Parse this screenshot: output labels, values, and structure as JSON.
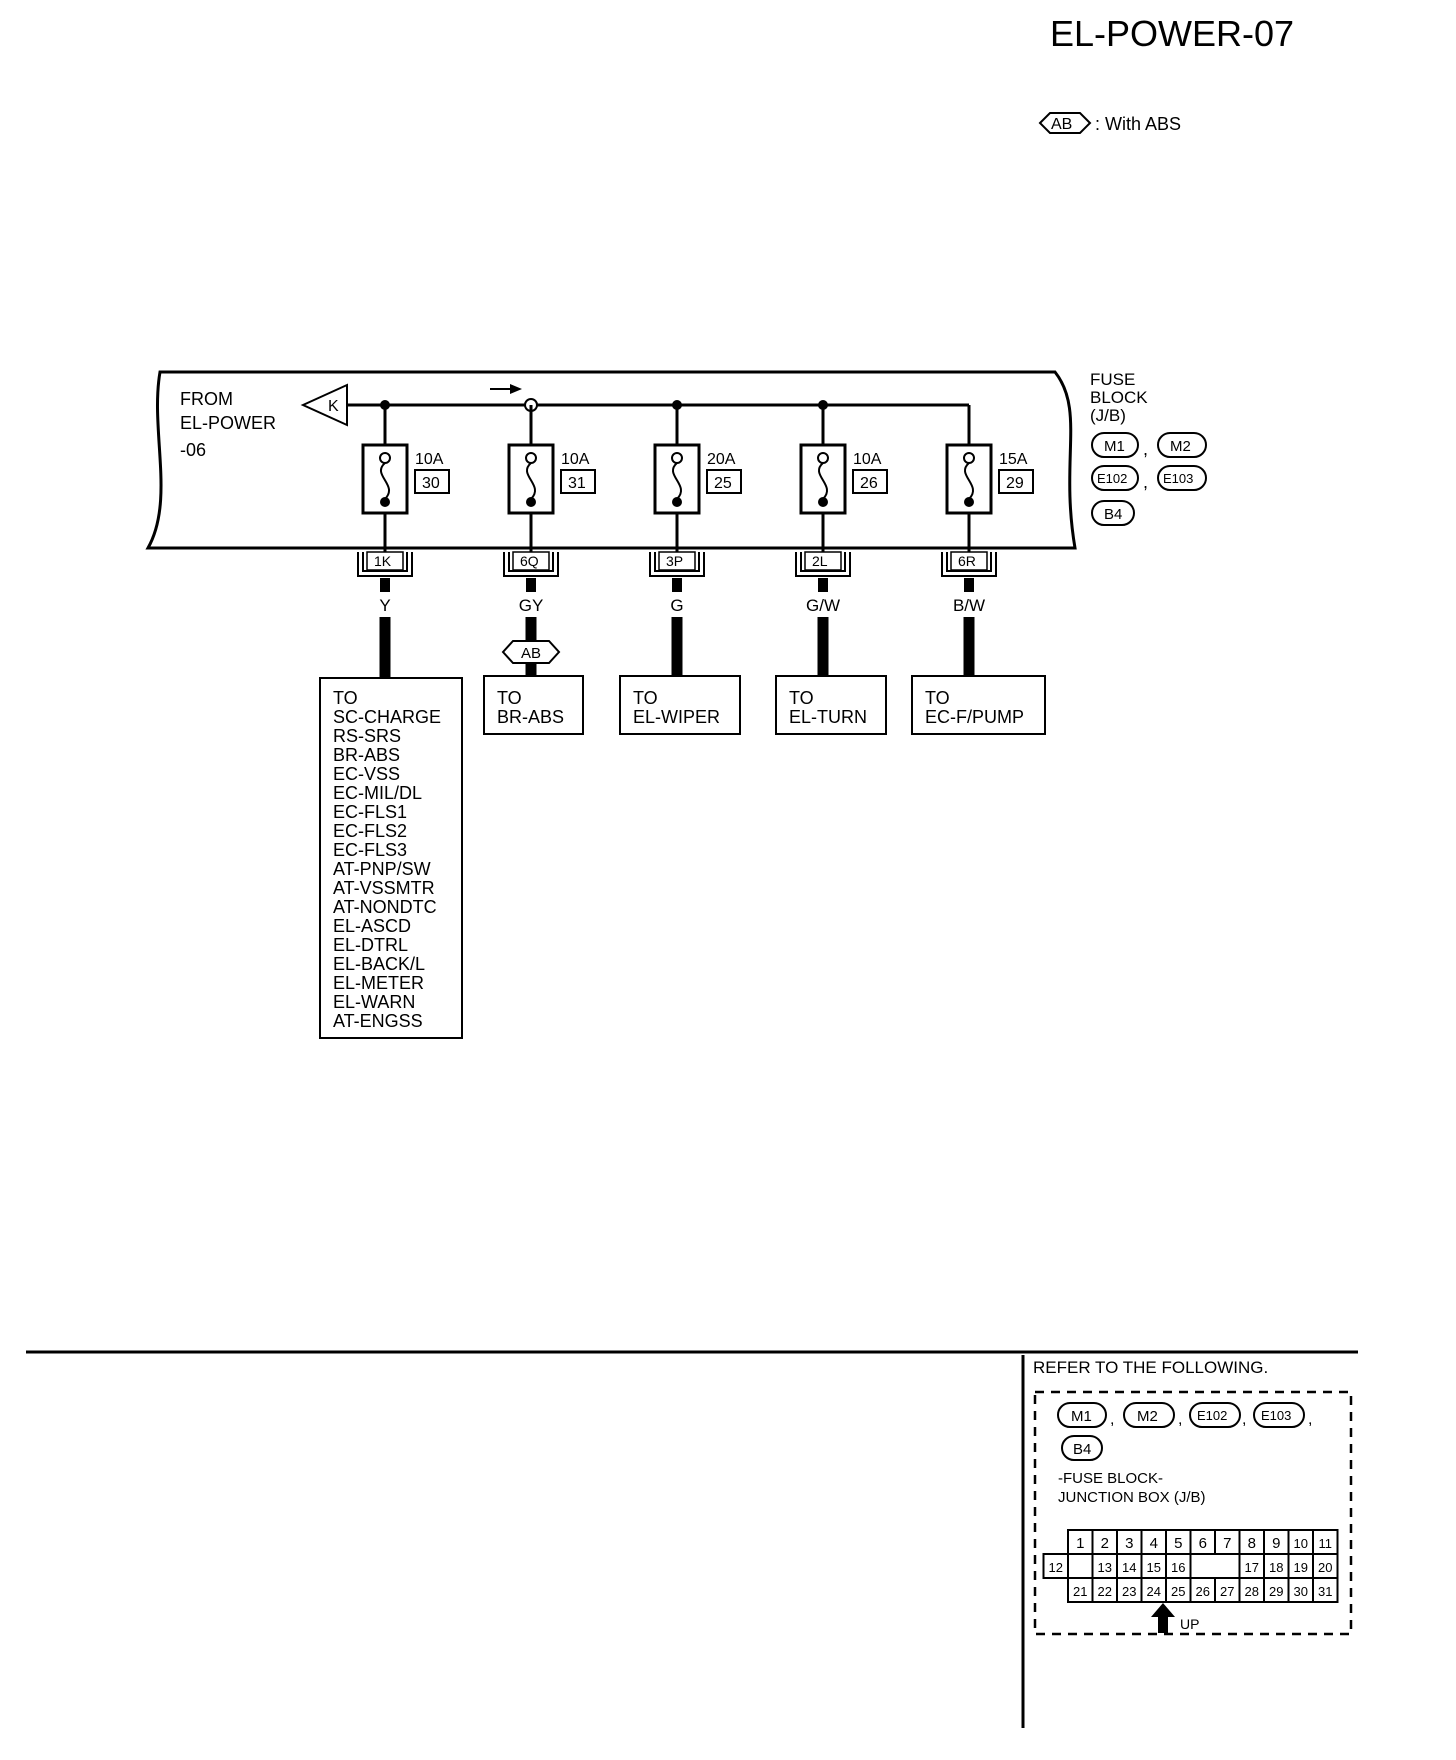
{
  "page_title": "EL-POWER-07",
  "legend": {
    "badge": "AB",
    "text": ": With ABS"
  },
  "from_label": [
    "FROM",
    "EL-POWER",
    "-06"
  ],
  "from_arrow_letter": "K",
  "fuse_block": {
    "title": [
      "FUSE",
      "BLOCK",
      "(J/B)"
    ],
    "connectors": [
      "M1",
      "M2",
      "E102",
      "E103",
      "B4"
    ],
    "separators": [
      ",",
      ","
    ]
  },
  "fuses": [
    {
      "amp": "10A",
      "number": "30",
      "connector": "1K",
      "wire": "Y",
      "dest": [
        "TO",
        "SC-CHARGE",
        "RS-SRS",
        "BR-ABS",
        "EC-VSS",
        "EC-MIL/DL",
        "EC-FLS1",
        "EC-FLS2",
        "EC-FLS3",
        "AT-PNP/SW",
        "AT-VSSMTR",
        "AT-NONDTC",
        "EL-ASCD",
        "EL-DTRL",
        "EL-BACK/L",
        "EL-METER",
        "EL-WARN",
        "AT-ENGSS"
      ]
    },
    {
      "amp": "10A",
      "number": "31",
      "connector": "6Q",
      "wire": "GY",
      "badge": "AB",
      "dest": [
        "TO",
        "BR-ABS"
      ]
    },
    {
      "amp": "20A",
      "number": "25",
      "connector": "3P",
      "wire": "G",
      "dest": [
        "TO",
        "EL-WIPER"
      ]
    },
    {
      "amp": "10A",
      "number": "26",
      "connector": "2L",
      "wire": "G/W",
      "dest": [
        "TO",
        "EL-TURN"
      ]
    },
    {
      "amp": "15A",
      "number": "29",
      "connector": "6R",
      "wire": "B/W",
      "dest": [
        "TO",
        "EC-F/PUMP"
      ]
    }
  ],
  "refer": {
    "title": "REFER TO THE FOLLOWING.",
    "connectors": [
      "M1",
      "M2",
      "E102",
      "E103",
      "B4"
    ],
    "separators": [
      ",",
      ",",
      ",",
      ","
    ],
    "caption": [
      "-FUSE BLOCK-",
      "JUNCTION BOX (J/B)"
    ],
    "rows": [
      [
        "1",
        "2",
        "3",
        "4",
        "5",
        "6",
        "7",
        "8",
        "9",
        "10",
        "11"
      ],
      [
        "12",
        "13",
        "14",
        "15",
        "16",
        "17",
        "18",
        "19",
        "20"
      ],
      [
        "21",
        "22",
        "23",
        "24",
        "25",
        "26",
        "27",
        "28",
        "29",
        "30",
        "31"
      ]
    ],
    "up_label": "UP"
  }
}
